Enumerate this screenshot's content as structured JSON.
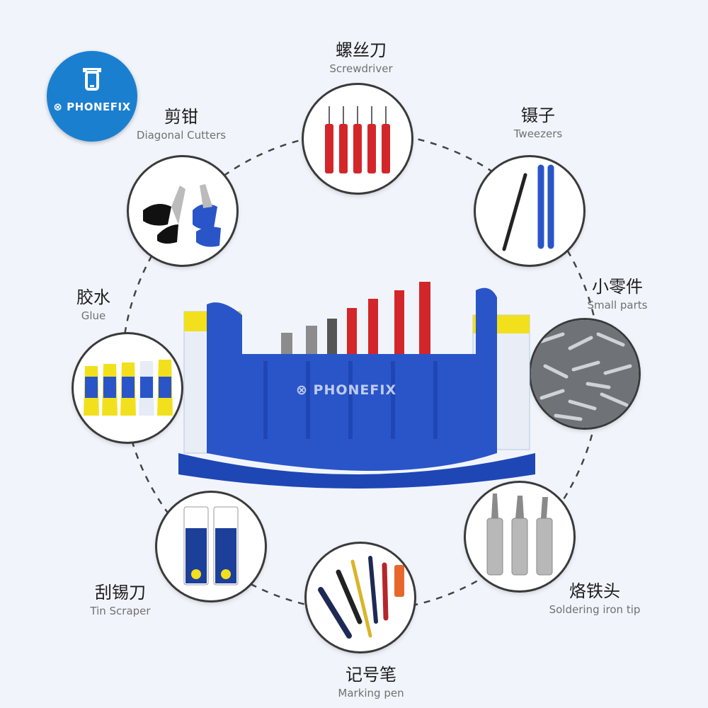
{
  "brand": {
    "logo_text": "PHONEFIX",
    "watermark": "PHONEFIX",
    "color": "#1b7fd0"
  },
  "tools": [
    {
      "zh": "螺丝刀",
      "en": "Screwdriver"
    },
    {
      "zh": "镊子",
      "en": "Tweezers"
    },
    {
      "zh": "小零件",
      "en": "Small parts"
    },
    {
      "zh": "烙铁头",
      "en": "Soldering iron tip"
    },
    {
      "zh": "记号笔",
      "en": "Marking pen"
    },
    {
      "zh": "刮锡刀",
      "en": "Tin Scraper"
    },
    {
      "zh": "胶水",
      "en": "Glue"
    },
    {
      "zh": "剪钳",
      "en": "Diagonal Cutters"
    }
  ],
  "colors": {
    "organizer_blue": "#2a55c9",
    "accent_yellow": "#f2e01c",
    "screwdriver_red": "#d3262a"
  }
}
